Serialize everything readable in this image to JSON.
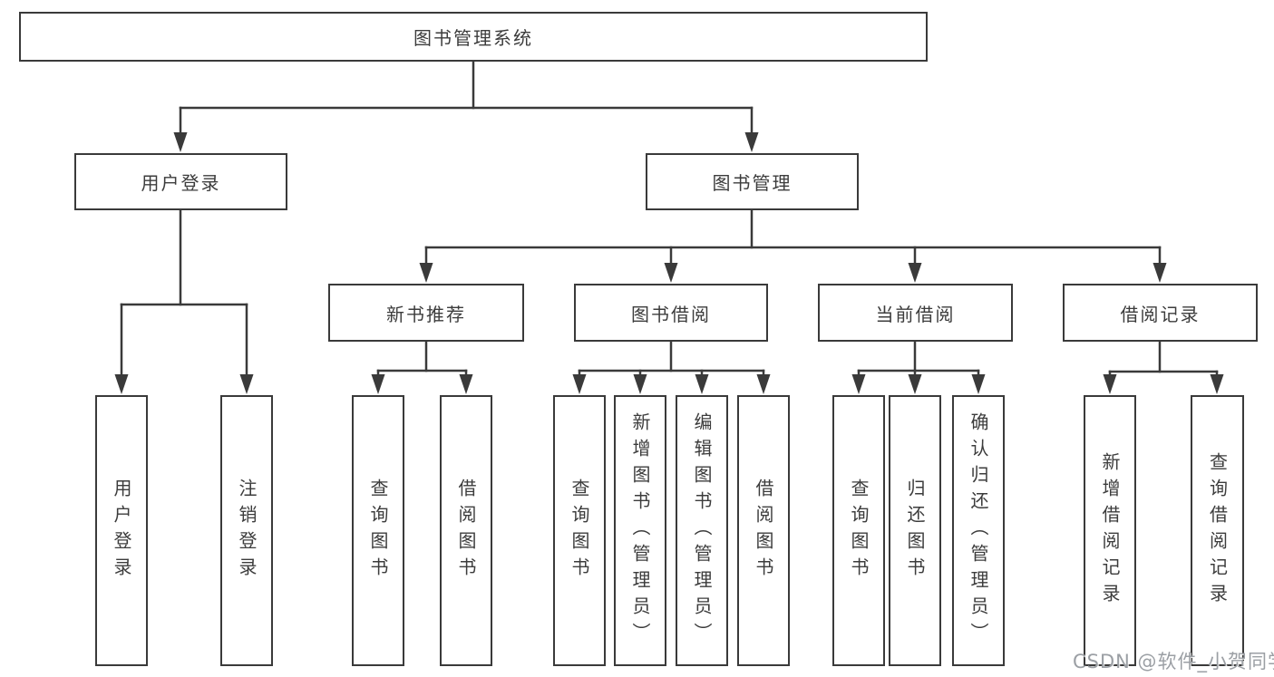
{
  "diagram": {
    "root": {
      "label": "图书管理系统"
    },
    "level1": [
      {
        "label": "用户登录"
      },
      {
        "label": "图书管理"
      }
    ],
    "login_children": [
      {
        "label": "用户登录"
      },
      {
        "label": "注销登录"
      }
    ],
    "level2": [
      {
        "label": "新书推荐"
      },
      {
        "label": "图书借阅"
      },
      {
        "label": "当前借阅"
      },
      {
        "label": "借阅记录"
      }
    ],
    "new_book_children": [
      {
        "label": "查询图书"
      },
      {
        "label": "借阅图书"
      }
    ],
    "borrow_children": [
      {
        "label": "查询图书"
      },
      {
        "label": "新增图书（管理员）"
      },
      {
        "label": "编辑图书（管理员）"
      },
      {
        "label": "借阅图书"
      }
    ],
    "current_children": [
      {
        "label": "查询图书"
      },
      {
        "label": "归还图书"
      },
      {
        "label": "确认归还（管理员）"
      }
    ],
    "record_children": [
      {
        "label": "新增借阅记录"
      },
      {
        "label": "查询借阅记录"
      }
    ]
  },
  "watermark": {
    "text": "CSDN @软件_小贺同学"
  },
  "colors": {
    "line": "#3a3a3a",
    "box_border": "#3a3a3a",
    "text": "#3c3c3c",
    "watermark": "#9b9fa4",
    "background": "#ffffff"
  }
}
